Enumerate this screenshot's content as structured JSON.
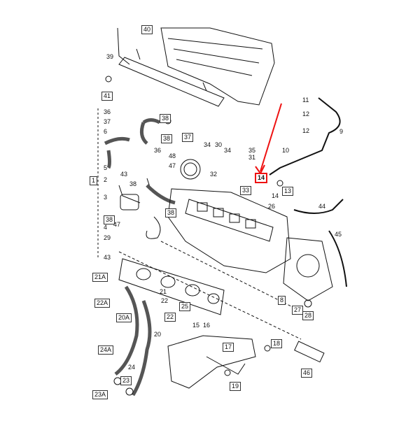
{
  "highlight_color": "#e11",
  "labels": {
    "l40": "40",
    "l39": "39",
    "l41": "41",
    "l36": "36",
    "l37": "37",
    "l6": "6",
    "l38a": "38",
    "l37b": "37",
    "l38b": "38",
    "l36b": "36",
    "l5": "5",
    "l43a": "43",
    "l48": "48",
    "l47a": "47",
    "l1": "1",
    "l2": "2",
    "l38c": "38",
    "l3": "3",
    "l38d": "38",
    "l4": "4",
    "l47b": "47",
    "l29": "29",
    "l43b": "43",
    "l34a": "34",
    "l30": "30",
    "l34b": "34",
    "l35": "35",
    "l31": "31",
    "l32": "32",
    "l33": "33",
    "l14": "14",
    "l13": "13",
    "l14b": "14",
    "l10": "10",
    "l11": "11",
    "l12a": "12",
    "l12b": "12",
    "l9": "9",
    "l26": "26",
    "l44": "44",
    "l45": "45",
    "l21A": "21A",
    "l21": "21",
    "l22A": "22A",
    "l22": "22",
    "l25": "25",
    "l20A": "20A",
    "l20": "20",
    "l8": "8",
    "l27": "27",
    "l28": "28",
    "l15": "15",
    "l16": "16",
    "l17": "17",
    "l18": "18",
    "l24A": "24A",
    "l24": "24",
    "l19": "19",
    "l46": "46",
    "l23": "23",
    "l23A": "23A"
  }
}
